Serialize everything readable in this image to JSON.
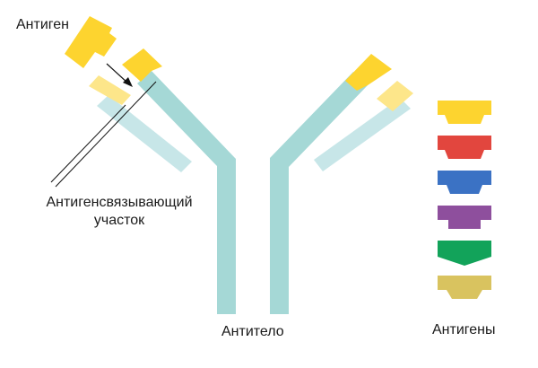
{
  "labels": {
    "antigen": "Антиген",
    "binding_site_line1": "Антигенсвязывающий",
    "binding_site_line2": "участок",
    "antibody": "Антитело",
    "antigens": "Антигены"
  },
  "colors": {
    "heavy_chain": "#a5d8d6",
    "light_chain": "#c7e6e8",
    "variable_heavy": "#fdd42f",
    "variable_light": "#fde68a",
    "antigen_bound": "#fdd42f",
    "line": "#111111"
  },
  "antigen_legend": [
    {
      "name": "antigen-yellow",
      "color": "#fdd42f"
    },
    {
      "name": "antigen-red",
      "color": "#e2463e"
    },
    {
      "name": "antigen-blue",
      "color": "#3b72c4"
    },
    {
      "name": "antigen-purple",
      "color": "#8e4f9d"
    },
    {
      "name": "antigen-green",
      "color": "#12a35a"
    },
    {
      "name": "antigen-khaki",
      "color": "#d9c35f"
    }
  ]
}
